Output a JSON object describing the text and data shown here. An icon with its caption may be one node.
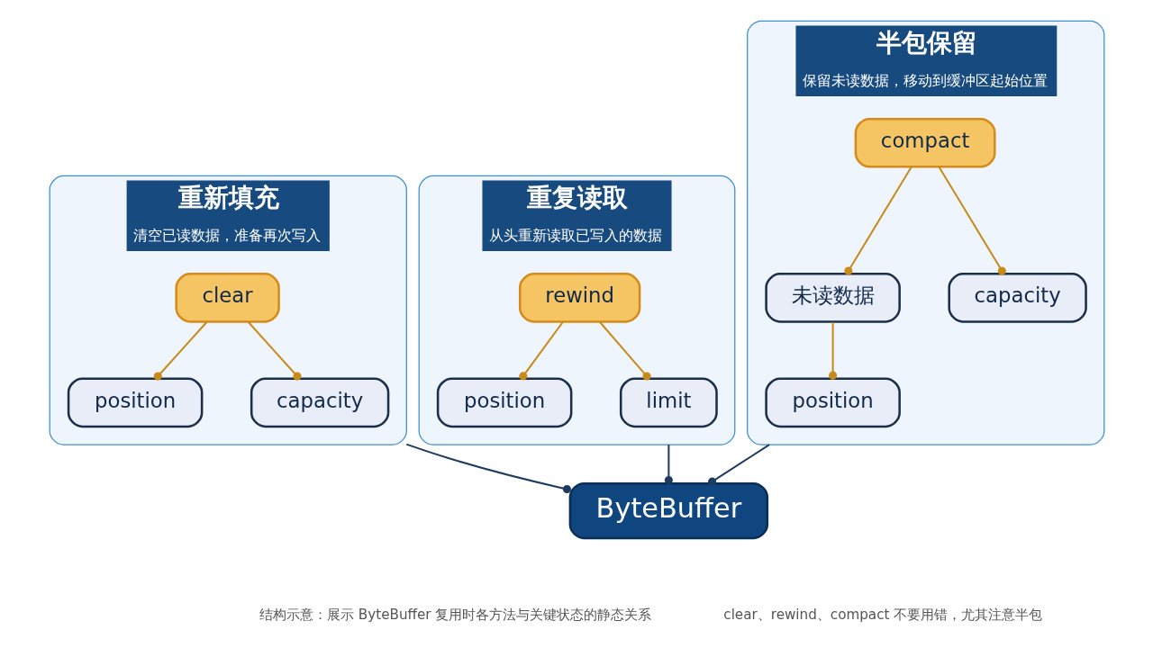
{
  "diagram": {
    "nodes": [
      {
        "text": [
          "重新填充",
          "清空已读数据，准备再次写入"
        ]
      },
      {
        "text": [
          "clear"
        ],
        "in": 0
      },
      {
        "text": [
          "position"
        ],
        "in": 0
      },
      {
        "text": [
          "capacity"
        ],
        "in": 0
      },
      {
        "text": [
          "重复读取",
          "从头重新读取已写入的数据"
        ]
      },
      {
        "text": [
          "rewind"
        ],
        "in": 4
      },
      {
        "text": [
          "position"
        ],
        "in": 4
      },
      {
        "text": [
          "limit"
        ],
        "in": 4
      },
      {
        "text": [
          "半包保留",
          "保留未读数据，移动到缓冲区起始位置"
        ]
      },
      {
        "text": [
          "compact"
        ],
        "in": 8
      },
      {
        "text": [
          "未读数据"
        ],
        "in": 8
      },
      {
        "text": [
          "capacity"
        ],
        "in": 8
      },
      {
        "text": [
          "position"
        ],
        "in": 8
      },
      {
        "text": [
          "ByteBuffer"
        ]
      }
    ],
    "edges": [
      {
        "from": 1,
        "to": 2,
        "arrow": "other"
      },
      {
        "from": 1,
        "to": 3,
        "arrow": "other"
      },
      {
        "from": 5,
        "to": 6,
        "arrow": "other"
      },
      {
        "from": 5,
        "to": 7,
        "arrow": "other"
      },
      {
        "from": 9,
        "to": 10,
        "arrow": "other"
      },
      {
        "from": 9,
        "to": 11,
        "arrow": "other"
      },
      {
        "from": 10,
        "to": 12,
        "arrow": "other"
      },
      {
        "from": 0,
        "to": 13,
        "arrow": "other",
        "color": "#1e3a5f"
      },
      {
        "from": 4,
        "to": 13,
        "arrow": "other",
        "color": "#1e3a5f"
      },
      {
        "from": 8,
        "to": 13,
        "arrow": "other",
        "color": "#1e3a5f"
      }
    ],
    "labels": [
      "结构示意：展示 ByteBuffer 复用时各方法与关键状态的静态关系",
      "clear、rewind、compact 不要用错，尤其注意半包"
    ]
  }
}
